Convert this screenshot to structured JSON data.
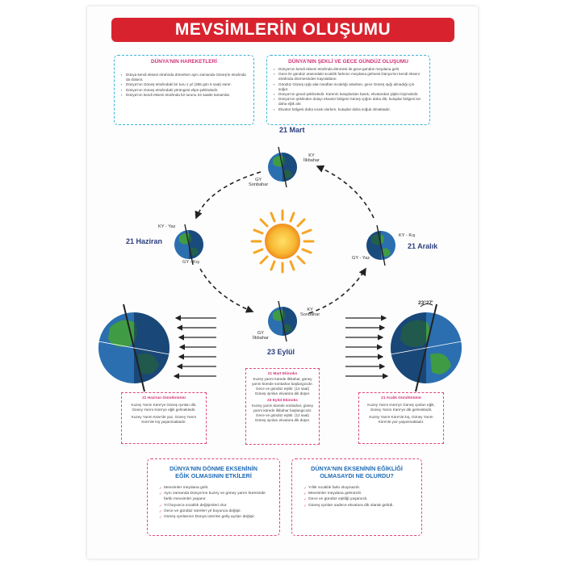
{
  "title": "MEVSİMLERİN OLUŞUMU",
  "box_motions": {
    "title": "DÜNYA'NIN HAREKETLERİ",
    "items": [
      "Dünya kendi ekseni etrafında dönerken aynı zamanda Güneş'in etrafında da dolanır.",
      "Dünya'nın Güneş etrafındaki bir turu 1 yıl (365 gün 6 saat) sürer.",
      "Dünya'nın Güneş etrafındaki yörüngesi elips şeklindedir.",
      "Dünya'nın kendi ekseni etrafında bir turunu 24 saatte tamamlar."
    ]
  },
  "box_shape": {
    "title": "DÜNYA'NIN ŞEKLİ VE GECE GÜNDÜZ OLUŞUMU",
    "items": [
      "Dünya'nın kendi ekseni etrafında dönmesi ile gece-gündüz meydana gelir.",
      "Gece ile gündüz arasındaki sıcaklık farkının meydana gelmesi Dünya'nın kendi ekseni etrafında dönmesinden kaynaklanır.",
      "Gündüz Güneş ışığı alan taraftan sıcaklığı artarken, gece Güneş ışığı almadığı için soğur.",
      "Dünya'nın geoid şeklindedir. Kürenin kutuplardan basık, ekvatordan şişkin biçimdedir.",
      "Dünya'nın şeklinden dolayı ekvator bölgesi Güneş ışığını daha dik, kutuplar bölgesi ise daha eğik alır.",
      "Ekvator bölgesi daha sıcak olurken, kutuplar daha soğuk olmaktadır."
    ]
  },
  "dates": {
    "march": "21 Mart",
    "june": "21 Haziran",
    "december": "21 Aralık",
    "september": "23 Eylül"
  },
  "globe_labels": {
    "march_ky": "KY",
    "march_ky2": "İlkbahar",
    "march_gy": "GY",
    "march_gy2": "Sonbahar",
    "june_ky": "KY - Yaz",
    "june_gy": "GY - Kış",
    "dec_ky": "KY - Kış",
    "dec_gy": "GY - Yaz",
    "sep_ky": "KY",
    "sep_ky2": "Sonbahar",
    "sep_gy": "GY",
    "sep_gy2": "İlkbahar",
    "tilt": "23°27'"
  },
  "box_june": {
    "title": "21 Haziran Gündönümü",
    "text1": "Kuzey Yarım Küre'ye Güneş ışınları dik, Güney Yarım Küre'ye eğik gelmektedir.",
    "text2": "Kuzey Yarım Küre'de yaz, Güney Yarım Küre'de kış yaşanmaktadır."
  },
  "box_equinox": {
    "title1": "21 Mart Ekinoks",
    "text1": "Kuzey yarım kürede ilkbahar, güney yarım kürede sonbahar başlangıcıdır. Gece ve gündüz eşittir. (12 saat) Güneş ışınları ekvatora dik düşer.",
    "title2": "23 Eylül Ekinoks",
    "text2": "Kuzey yarım kürede sonbahar, güney yarım kürede ilkbahar başlangıcıdır. Gece ve gündüz eşittir. (12 saat) Güneş ışınları ekvatora dik düşer."
  },
  "box_december": {
    "title": "21 Aralık Gündönümü",
    "text1": "Kuzey Yarım Küre'ye Güneş ışınları eğik, Güney Yarım Küre'ye dik gelmektedir.",
    "text2": "Kuzey Yarım Küre'de kış, Güney Yarım Küre'de yaz yaşanmaktadır."
  },
  "box_tilt_effects": {
    "title": "DÜNYA'NIN DÖNME EKSENİNİN EĞİK OLMASININ ETKİLERİ",
    "items": [
      "Mevsimler meydana gelir.",
      "Aynı zamanda Dünya'nın kuzey ve güney yarım küresinde farklı mevsimler yaşanır.",
      "Yıl boyunca sıcaklık değişimleri olur.",
      "Gece ve gündüz süreleri yıl boyunca değişir.",
      "Güneş ışınlarının Dünya üzerine geliş açıları değişir."
    ]
  },
  "box_no_tilt": {
    "title": "DÜNYA'NIN EKSENİNİN EĞİKLİĞİ OLMASAYDI NE OLURDU?",
    "items": [
      "Yıllık sıcaklık farkı oluşmazdı.",
      "Mevsimler meydana gelmezdi.",
      "Gece ve gündüz eşitliği yaşanırdı.",
      "Güneş ışınları sadece ekvatora dik olarak gelirdi."
    ]
  },
  "colors": {
    "title_red": "#d8232f",
    "pink": "#d2327a",
    "cyan": "#3ab5d6",
    "navy": "#2a3d7c",
    "ocean": "#2b6fb0",
    "land": "#3f9b44",
    "sun": "#f5a623"
  }
}
